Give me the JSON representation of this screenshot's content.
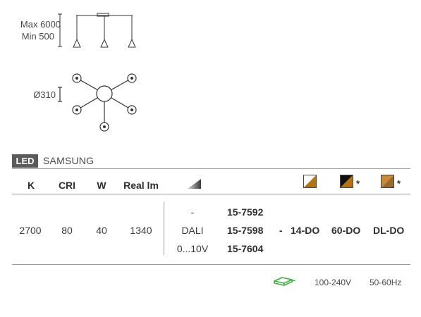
{
  "dimensions": {
    "max_label": "Max 6000",
    "min_label": "Min 500",
    "diameter_label": "Ø310"
  },
  "led_badge": "LED",
  "brand": "SAMSUNG",
  "headers": {
    "k": "K",
    "cri": "CRI",
    "w": "W",
    "real_lm": "Real lm",
    "dimming_icon": "dimming-wedge-icon"
  },
  "row": {
    "k": "2700",
    "cri": "80",
    "w": "40",
    "real_lm": "1340",
    "controls": [
      "-",
      "DALI",
      "0...10V"
    ],
    "codes": [
      "15-7592",
      "15-7598",
      "15-7604"
    ],
    "dash": "-",
    "suffixes": [
      "14-DO",
      "60-DO",
      "DL-DO"
    ]
  },
  "finishes": [
    {
      "name": "white-brass-finish-icon",
      "colors": [
        "#ffffff",
        "#b07414"
      ],
      "asterisk": ""
    },
    {
      "name": "black-brass-finish-icon",
      "colors": [
        "#111111",
        "#b07414"
      ],
      "asterisk": "*"
    },
    {
      "name": "brass-finish-icon",
      "colors": [
        "#c98b3a",
        "#9a6a2e"
      ],
      "asterisk": "*"
    }
  ],
  "footer": {
    "driver_icon": "driver-icon",
    "driver_color": "#3fae3f",
    "voltage": "100-240V",
    "frequency": "50-60Hz"
  }
}
